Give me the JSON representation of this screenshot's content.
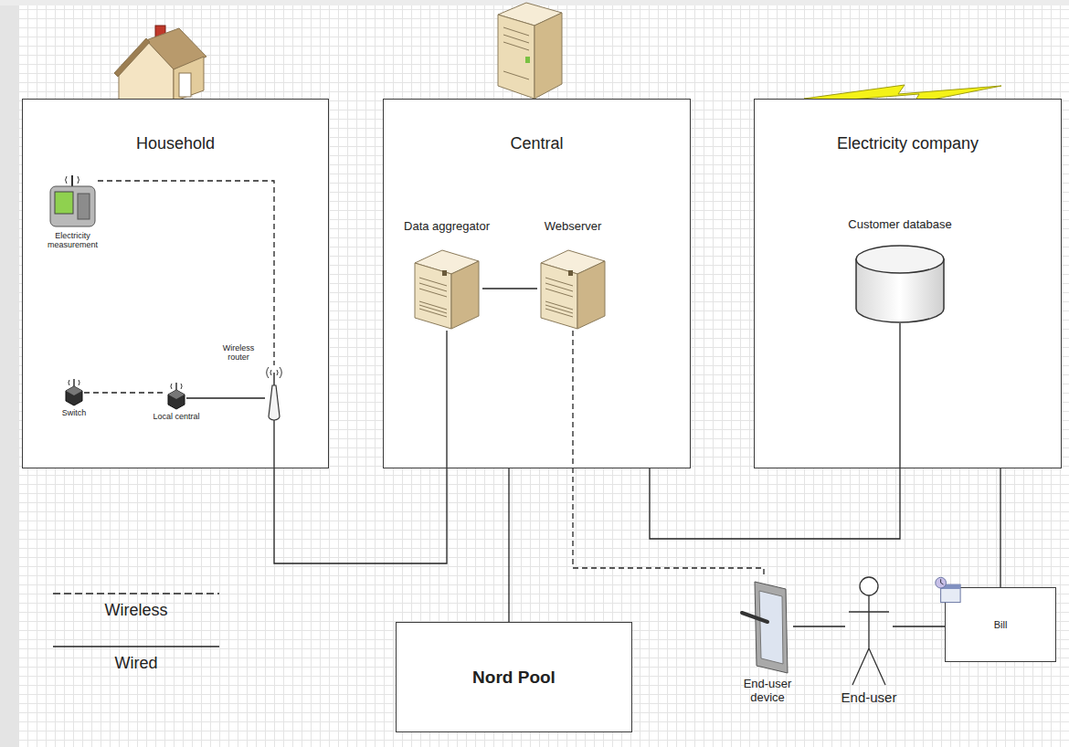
{
  "diagram": {
    "nodes": [
      {
        "text": [
          "Household"
        ]
      },
      {
        "text": [
          "Electricity measurement"
        ],
        "in": 0
      },
      {
        "text": [
          "Switch"
        ],
        "in": 0
      },
      {
        "text": [
          "Local central"
        ],
        "in": 0
      },
      {
        "text": [
          "Wireless router"
        ],
        "in": 0
      },
      {
        "text": [
          "Central"
        ]
      },
      {
        "text": [
          "Data aggregator"
        ],
        "in": 5
      },
      {
        "text": [
          "Webserver"
        ],
        "in": 5
      },
      {
        "text": [
          "Electricity company"
        ]
      },
      {
        "text": [
          "Customer database"
        ],
        "in": 8
      },
      {
        "text": [
          "Nord Pool"
        ]
      },
      {
        "text": [
          "End-user device"
        ]
      },
      {
        "text": [
          "End-user"
        ]
      },
      {
        "text": [
          "Bill"
        ]
      }
    ],
    "edges": [
      {
        "from": 1,
        "to": 4,
        "arrow": "none"
      },
      {
        "from": 2,
        "to": 3,
        "arrow": "none"
      },
      {
        "from": 3,
        "to": 4,
        "arrow": "none"
      },
      {
        "from": 4,
        "to": 6,
        "arrow": "none"
      },
      {
        "from": 6,
        "to": 7,
        "arrow": "none"
      },
      {
        "from": 5,
        "to": 10,
        "arrow": "none"
      },
      {
        "from": 7,
        "to": 11,
        "arrow": "none"
      },
      {
        "from": 5,
        "to": 9,
        "arrow": "none"
      },
      {
        "from": 8,
        "to": 13,
        "arrow": "none"
      },
      {
        "from": 11,
        "to": 12,
        "arrow": "none"
      },
      {
        "from": 12,
        "to": 13,
        "arrow": "none"
      }
    ],
    "legend": [
      {
        "text": "Wireless"
      },
      {
        "text": "Wired"
      }
    ]
  }
}
